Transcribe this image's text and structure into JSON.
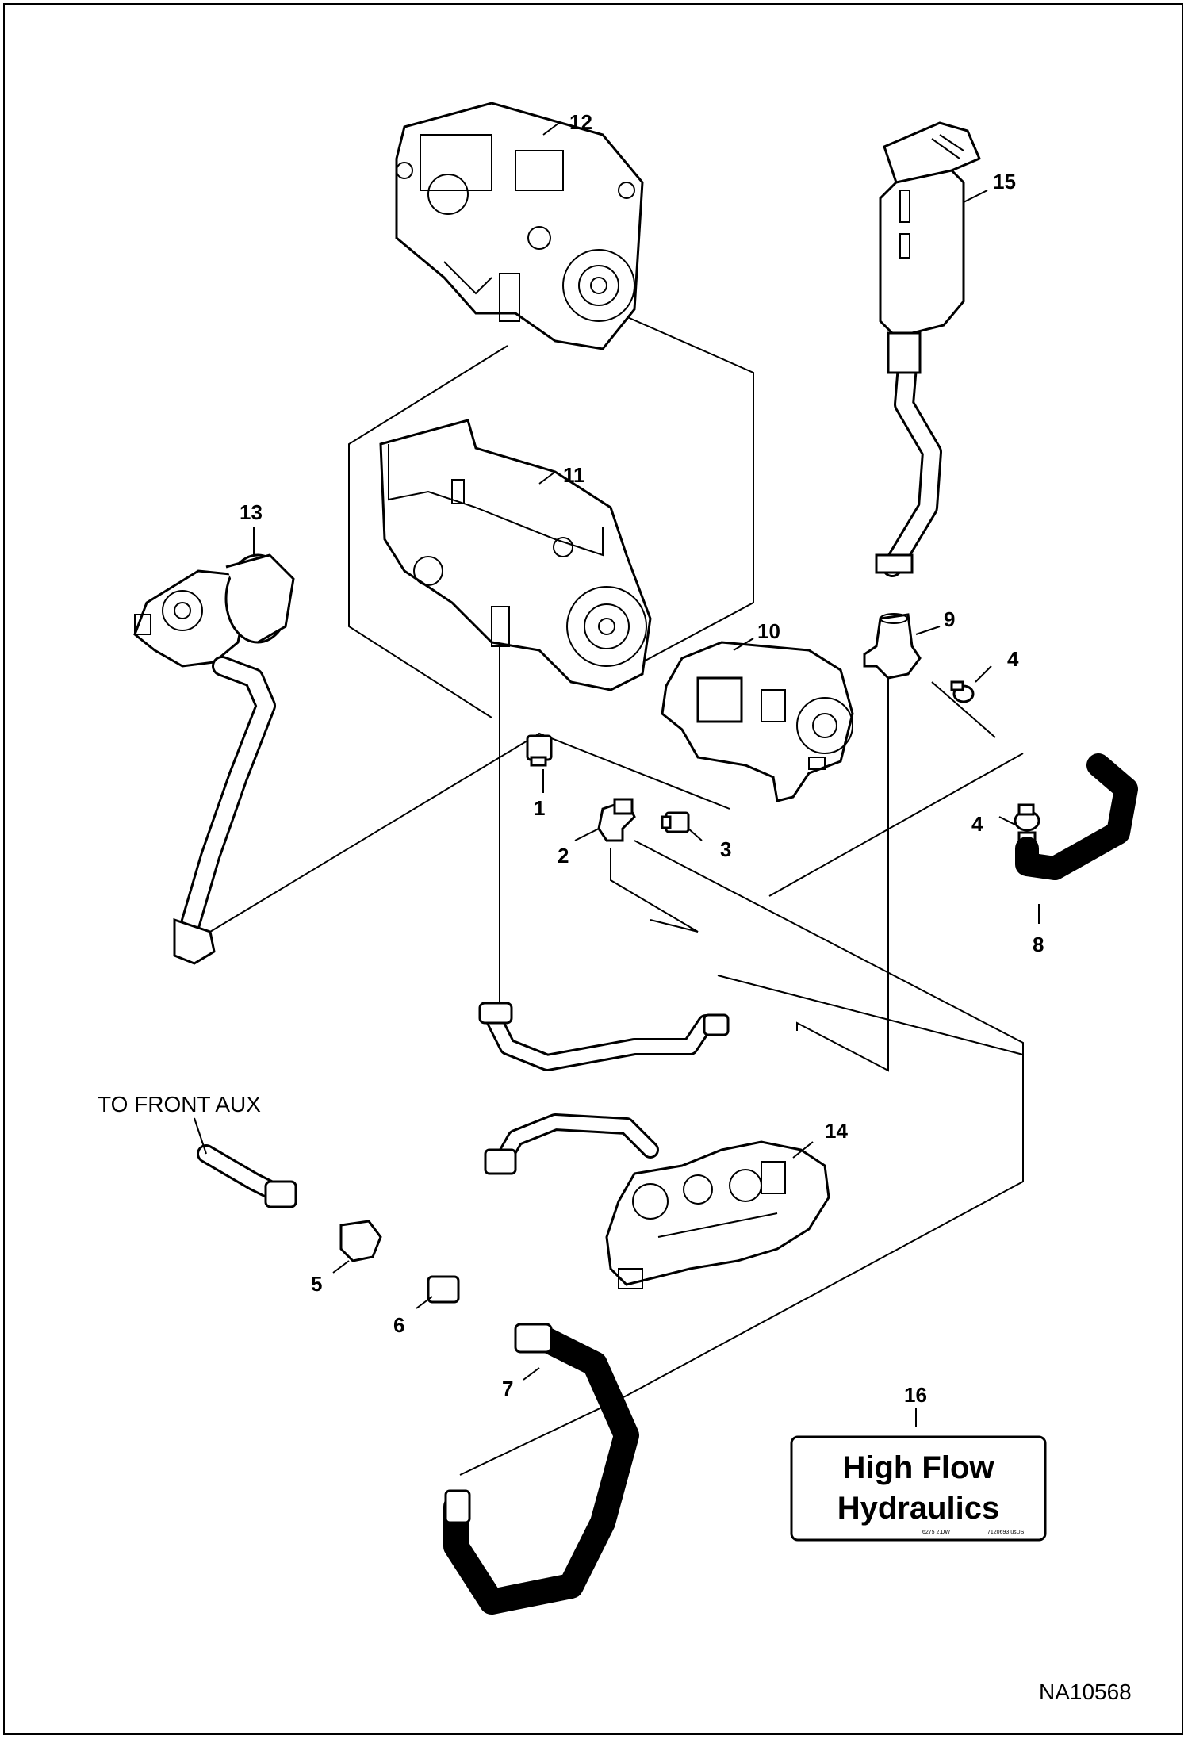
{
  "callouts": [
    {
      "id": "1",
      "label": "1"
    },
    {
      "id": "2",
      "label": "2"
    },
    {
      "id": "3",
      "label": "3"
    },
    {
      "id": "4a",
      "label": "4"
    },
    {
      "id": "4b",
      "label": "4"
    },
    {
      "id": "5",
      "label": "5"
    },
    {
      "id": "6",
      "label": "6"
    },
    {
      "id": "7",
      "label": "7"
    },
    {
      "id": "8",
      "label": "8"
    },
    {
      "id": "9",
      "label": "9"
    },
    {
      "id": "10",
      "label": "10"
    },
    {
      "id": "11",
      "label": "11"
    },
    {
      "id": "12",
      "label": "12"
    },
    {
      "id": "13",
      "label": "13"
    },
    {
      "id": "14",
      "label": "14"
    },
    {
      "id": "15",
      "label": "15"
    },
    {
      "id": "16",
      "label": "16"
    }
  ],
  "note_front_aux": "TO FRONT AUX",
  "decal": {
    "line1": "High Flow",
    "line2": "Hydraulics",
    "small_left": "6275 2.DW",
    "small_right": "7120693 usUS"
  },
  "drawing_number": "NA10568"
}
